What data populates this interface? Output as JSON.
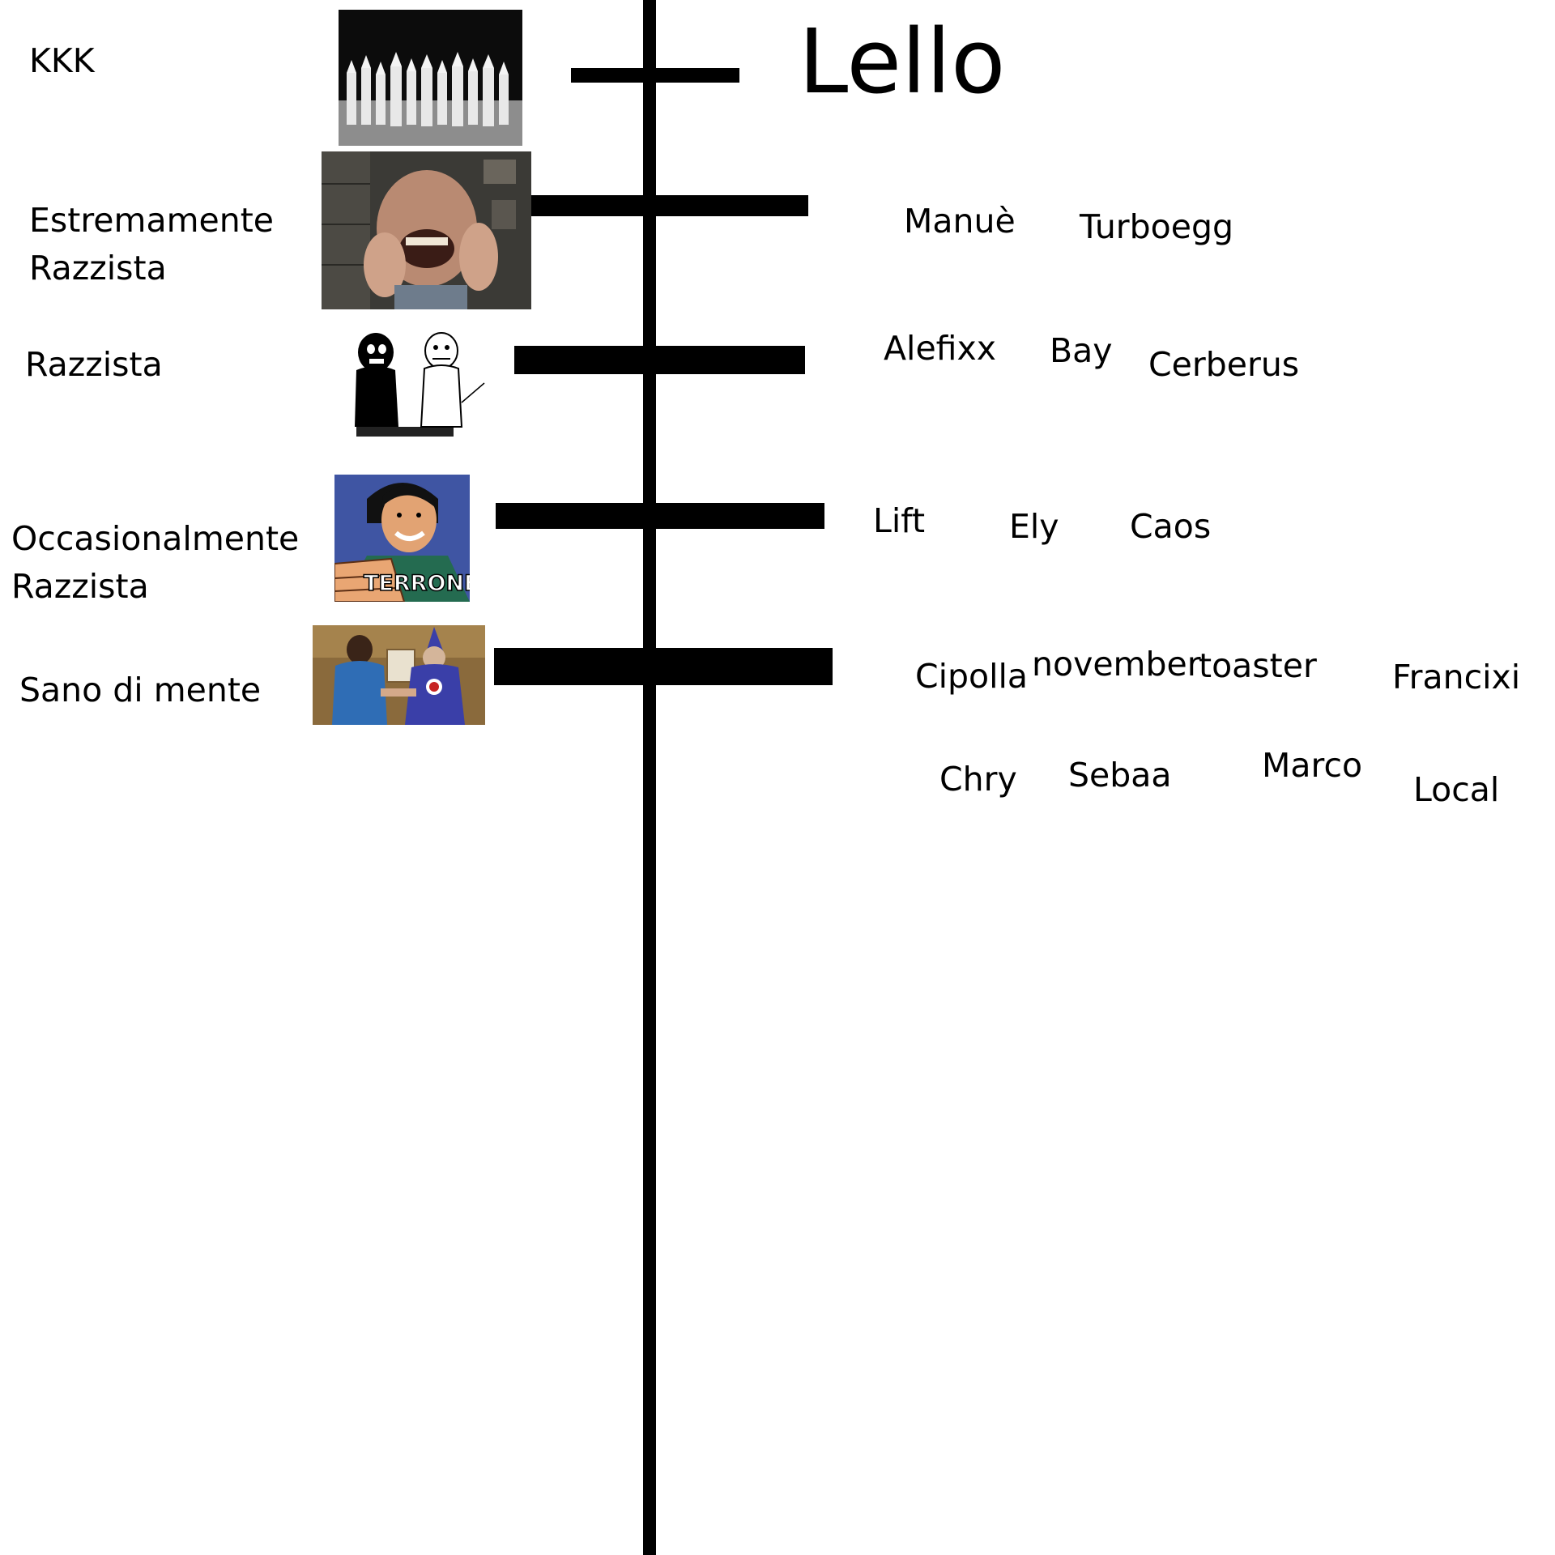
{
  "title": "Lello",
  "levels": [
    {
      "label_line1": "KKK",
      "label_line2": "",
      "image": "kkk-rally-photo"
    },
    {
      "label_line1": "Estremamente",
      "label_line2": "Razzista",
      "image": "screaming-man-photo"
    },
    {
      "label_line1": "Razzista",
      "label_line2": "",
      "image": "black-and-white-cartoon"
    },
    {
      "label_line1": "Occasionalmente",
      "label_line2": "Razzista",
      "image": "terrone-cartoon"
    },
    {
      "label_line1": "Sano di mente",
      "label_line2": "",
      "image": "handshake-klansman-photo"
    }
  ],
  "names": {
    "estremamente": [
      "Manuè",
      "Turboegg"
    ],
    "razzista": [
      "Alefixx",
      "Bay",
      "Cerberus"
    ],
    "occasionalmente": [
      "Lift",
      "Ely",
      "Caos"
    ],
    "sano": [
      "Cipolla",
      "november",
      "toaster",
      "Francixi",
      "Chry",
      "Sebaa",
      "Marco",
      "Local"
    ]
  },
  "image_text": {
    "terrone_caption": "TERRONE"
  }
}
